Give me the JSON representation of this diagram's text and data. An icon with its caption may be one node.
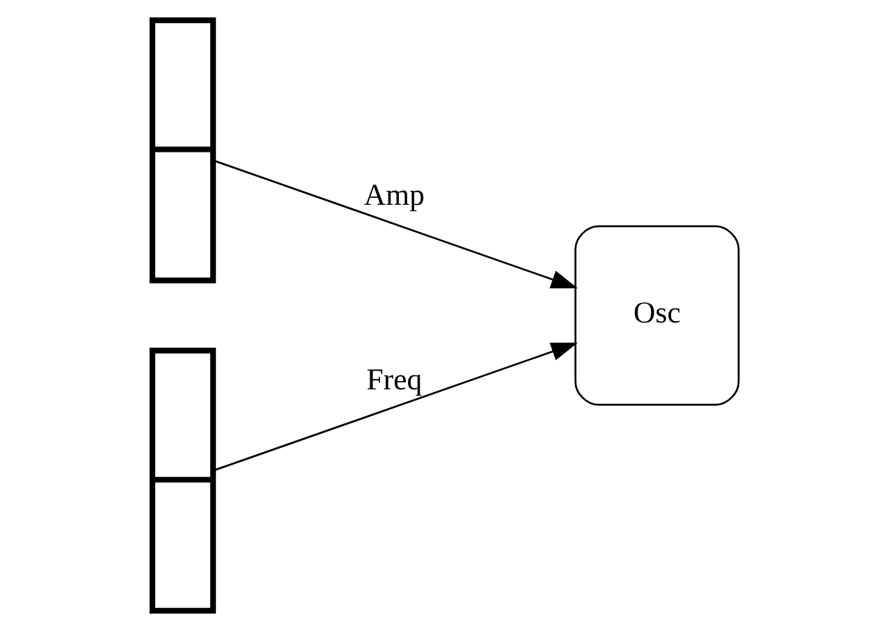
{
  "diagram": {
    "nodes": [
      {
        "text": [],
        "shape": "bar"
      },
      {
        "text": [],
        "shape": "bar"
      },
      {
        "text": [
          "Osc"
        ]
      }
    ],
    "edges": [
      {
        "from": 0,
        "to": 2,
        "arrow": "to",
        "label": "Amp"
      },
      {
        "from": 1,
        "to": 2,
        "arrow": "to",
        "label": "Freq"
      }
    ]
  }
}
